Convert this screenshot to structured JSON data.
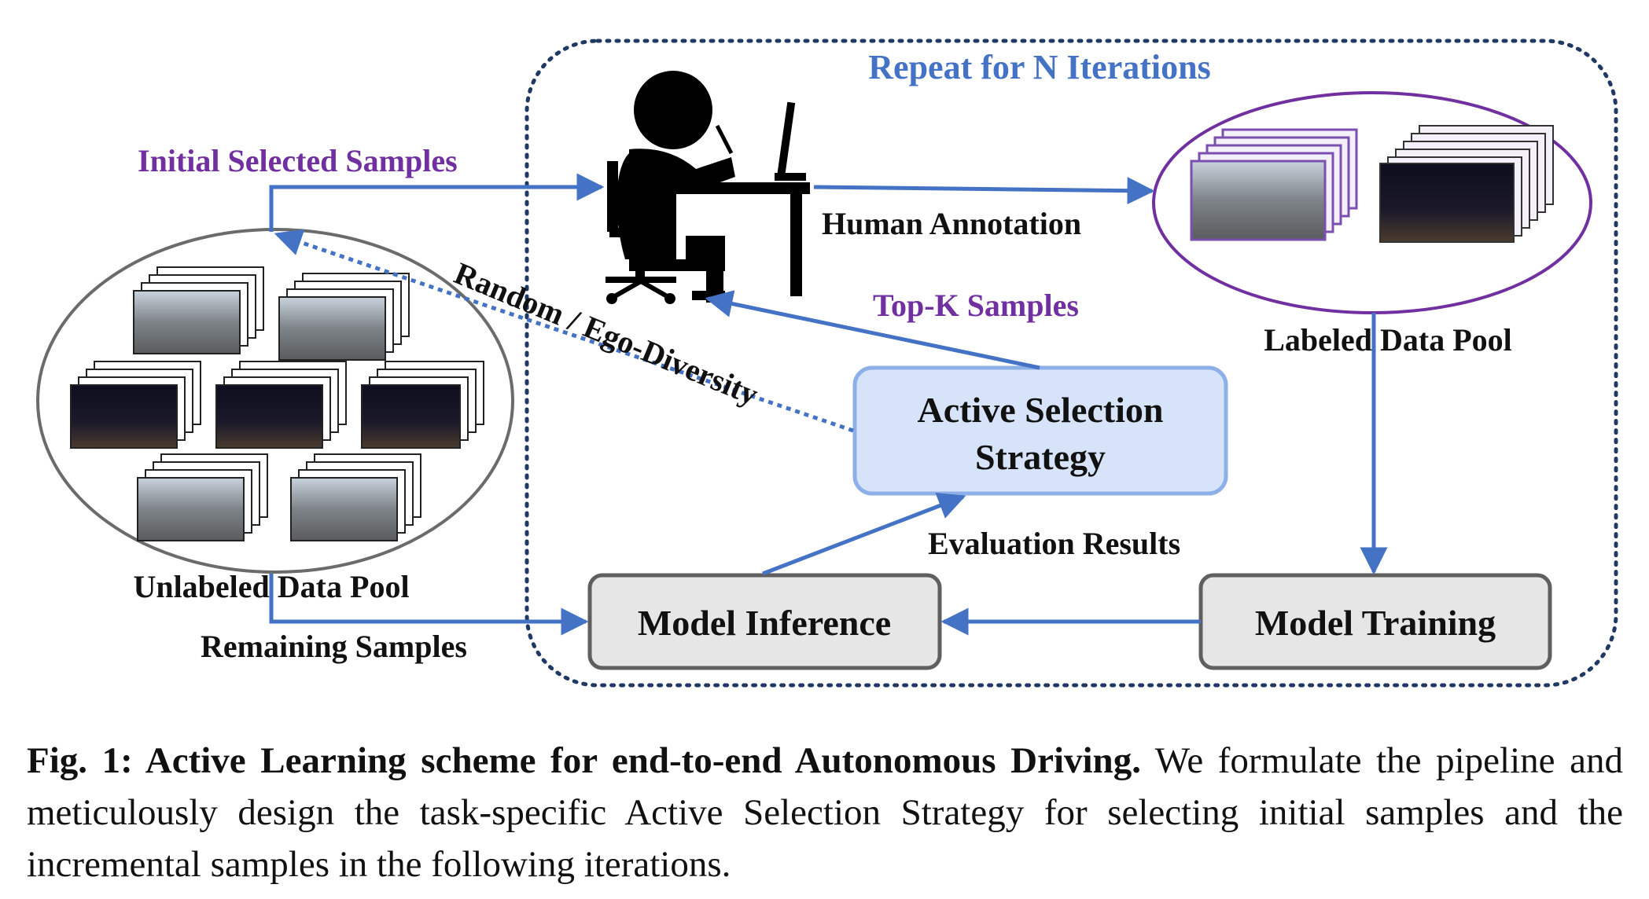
{
  "diagram": {
    "loop_label": "Repeat for N Iterations",
    "initial_selected": "Initial Selected Samples",
    "human_annotation": "Human Annotation",
    "labeled_pool": "Labeled Data Pool",
    "topk": "Top-K Samples",
    "random_ego": "Random / Ego-Diversity",
    "active_selection_line1": "Active Selection",
    "active_selection_line2": "Strategy",
    "evaluation_results": "Evaluation Results",
    "unlabeled_pool": "Unlabeled Data Pool",
    "remaining_samples": "Remaining Samples",
    "model_inference": "Model Inference",
    "model_training": "Model Training"
  },
  "colors": {
    "arrow_blue": "#4472c4",
    "purple": "#7030a0",
    "loop_blue": "#4472c4",
    "dotted_border": "#1f3864",
    "node_fill": "#e6e6e6",
    "strategy_fill": "#d6e3f8"
  },
  "caption": {
    "bold": "Fig. 1: Active Learning scheme for end-to-end Autonomous Driving.",
    "text": "We formulate the pipeline and meticulously design the task-specific Active Selection Strategy for selecting initial samples and the incremental samples in the following iterations."
  }
}
